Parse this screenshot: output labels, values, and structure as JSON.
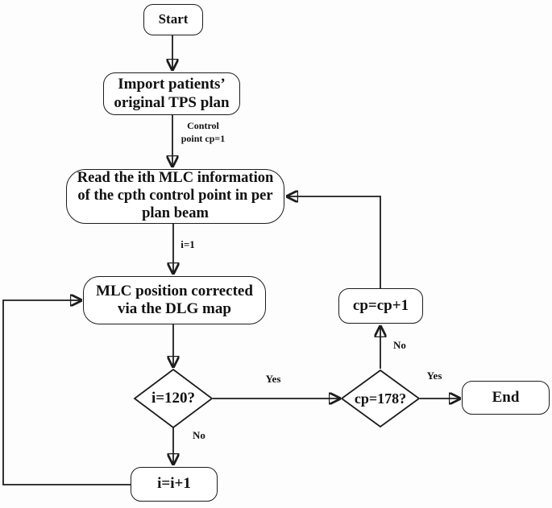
{
  "diagram_type": "flowchart",
  "colors": {
    "stroke": "#1c1c1c",
    "background": "#ffffff",
    "text": "#111111"
  },
  "nodes": {
    "start": {
      "label": "Start",
      "shape": "rounded-rect"
    },
    "import_plan": {
      "label": "Import patients’\noriginal TPS plan",
      "shape": "rounded-rect"
    },
    "read_mlc": {
      "label": "Read the ith MLC information\nof the cpth control point in per\nplan beam",
      "shape": "rounded-rect"
    },
    "mlc_correct": {
      "label": "MLC position corrected\nvia the DLG map",
      "shape": "rounded-rect"
    },
    "decision_i": {
      "label": "i=120?",
      "shape": "diamond"
    },
    "inc_i": {
      "label": "i=i+1",
      "shape": "rounded-rect"
    },
    "decision_cp": {
      "label": "cp=178?",
      "shape": "diamond"
    },
    "inc_cp": {
      "label": "cp=cp+1",
      "shape": "rounded-rect"
    },
    "end": {
      "label": "End",
      "shape": "rounded-rect"
    }
  },
  "edge_labels": {
    "control_point": "Control\npoint cp=1",
    "i_init": "i=1",
    "yes_i": "Yes",
    "no_i": "No",
    "no_cp": "No",
    "yes_cp": "Yes"
  },
  "edges": [
    {
      "from": "start",
      "to": "import_plan",
      "label": ""
    },
    {
      "from": "import_plan",
      "to": "read_mlc",
      "label": "Control point cp=1"
    },
    {
      "from": "read_mlc",
      "to": "mlc_correct",
      "label": "i=1"
    },
    {
      "from": "mlc_correct",
      "to": "decision_i",
      "label": ""
    },
    {
      "from": "decision_i",
      "to": "decision_cp",
      "label": "Yes"
    },
    {
      "from": "decision_i",
      "to": "inc_i",
      "label": "No"
    },
    {
      "from": "inc_i",
      "to": "mlc_correct",
      "label": ""
    },
    {
      "from": "decision_cp",
      "to": "inc_cp",
      "label": "No"
    },
    {
      "from": "inc_cp",
      "to": "read_mlc",
      "label": ""
    },
    {
      "from": "decision_cp",
      "to": "end",
      "label": "Yes"
    }
  ]
}
